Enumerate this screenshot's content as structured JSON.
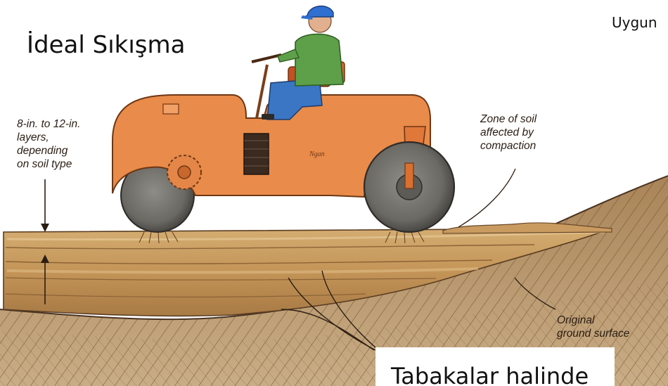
{
  "title": "İdeal Sıkışma",
  "corner_text": "Uygun",
  "labels": {
    "layer_depth": [
      "8-in. to 12-in.",
      "layers,",
      "depending",
      "on soil type"
    ],
    "zone": [
      "Zone of soil",
      "affected by",
      "compaction"
    ],
    "ground": [
      "Original",
      "ground surface"
    ]
  },
  "caption": "Tabakalar halinde",
  "colors": {
    "roller_orange": "#e98b4a",
    "drum_gray": "#6c6a66",
    "soil_tan": "#c8a36a",
    "shirt_green": "#5ea04a",
    "cap_blue": "#2f6fd0"
  }
}
